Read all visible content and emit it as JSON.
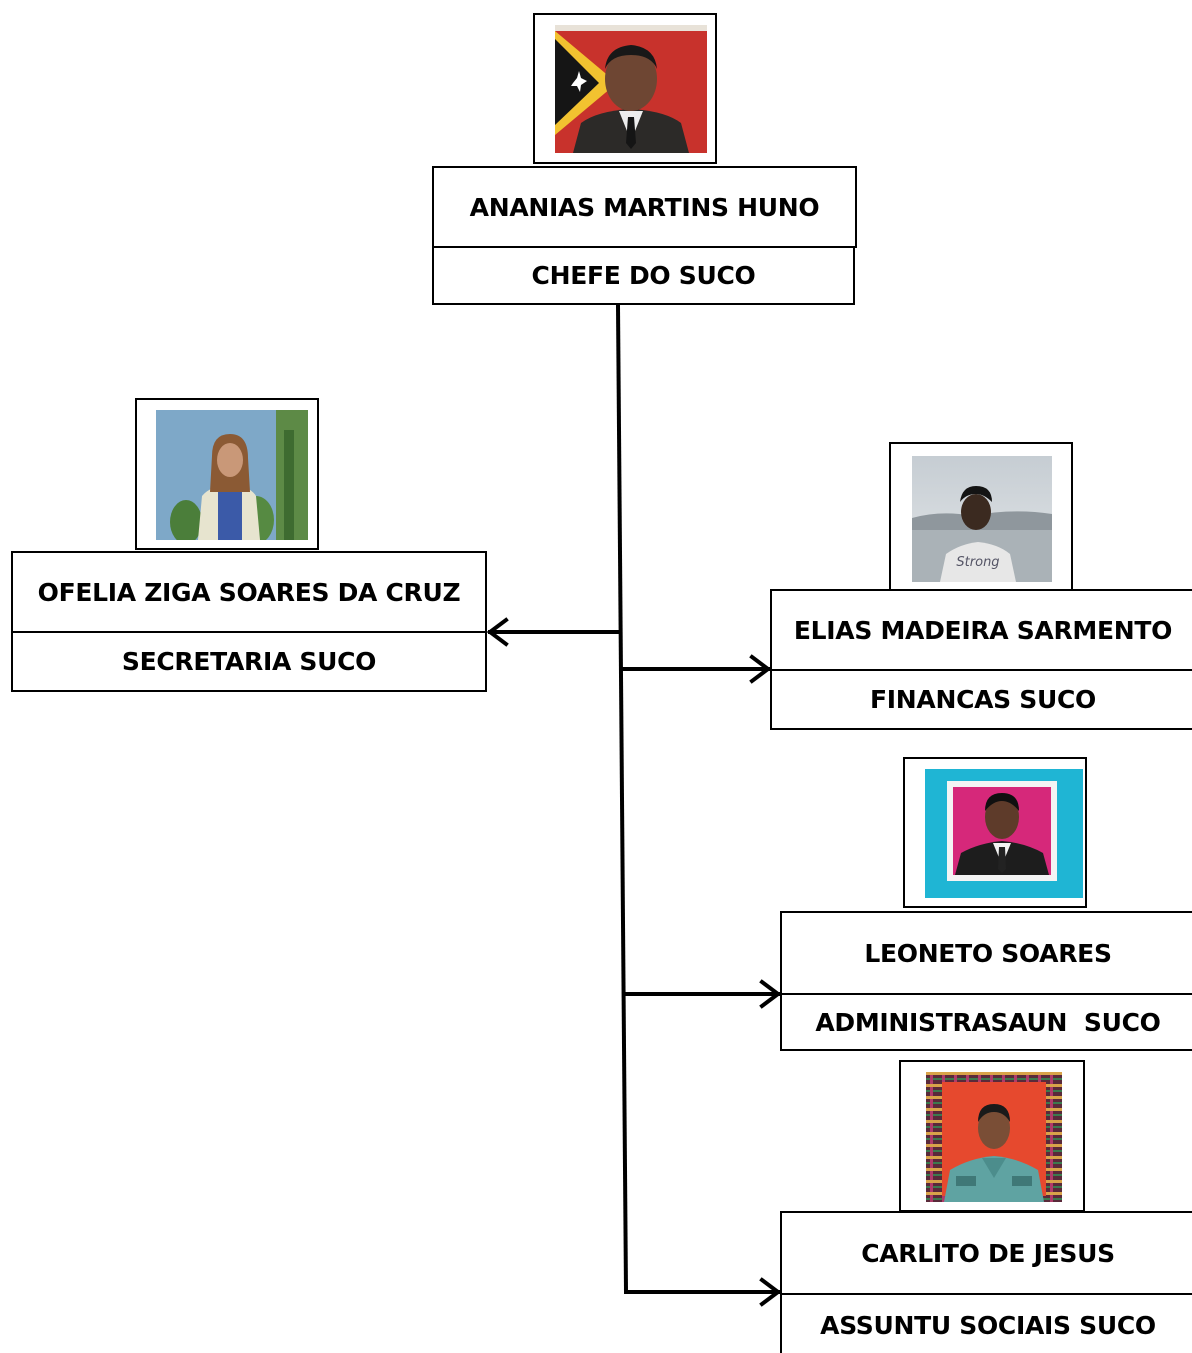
{
  "chief": {
    "name": "ANANIAS MARTINS HUNO",
    "role": "CHEFE DO SUCO"
  },
  "secretary": {
    "name": "OFELIA ZIGA SOARES DA CRUZ",
    "role": "SECRETARIA SUCO"
  },
  "finance": {
    "name": "ELIAS MADEIRA SARMENTO",
    "role": "FINANCAS SUCO"
  },
  "administration": {
    "name": "LEONETO SOARES",
    "role": "ADMINISTRASAUN  SUCO"
  },
  "social": {
    "name": "CARLITO DE JESUS",
    "role": "ASSUNTU SOCIAIS SUCO"
  },
  "photo_print": {
    "shirt": "Strong"
  },
  "colors": {
    "line": "#000000",
    "flag_red": "#c8322c",
    "flag_yellow": "#f2c230",
    "photo_cyan": "#1fb5d4",
    "photo_pink": "#d6287a"
  }
}
